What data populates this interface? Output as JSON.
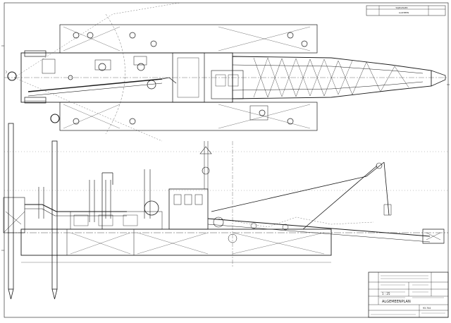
{
  "title_block": {
    "scale": "1 : 25",
    "drawing_title": "ALGEMEENPLAN",
    "drawing_number": "93.704"
  },
  "revision_block": {
    "header": "WIJZIGINGEN",
    "entry": "ALGEMEEN"
  },
  "colors": {
    "ink": "#1a1a1a",
    "paper": "#ffffff",
    "faint": "#6a6a6a"
  }
}
